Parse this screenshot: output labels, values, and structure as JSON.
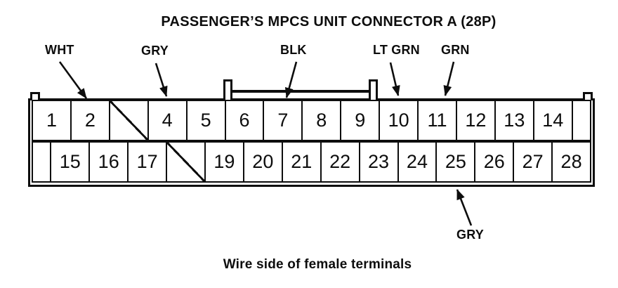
{
  "title": "PASSENGER’S MPCS UNIT CONNECTOR A (28P)",
  "caption": "Wire side of female terminals",
  "connector": {
    "name": "Passenger's MPCS unit connector A",
    "pin_count_label": "28P",
    "top_row": [
      "1",
      "2",
      "/",
      "4",
      "5",
      "6",
      "7",
      "8",
      "9",
      "10",
      "11",
      "12",
      "13",
      "14"
    ],
    "bottom_row": [
      "15",
      "16",
      "17",
      "/",
      "19",
      "20",
      "21",
      "22",
      "23",
      "24",
      "25",
      "26",
      "27",
      "28"
    ]
  },
  "wire_labels": [
    {
      "text": "WHT",
      "terminal": "2"
    },
    {
      "text": "GRY",
      "terminal": "4"
    },
    {
      "text": "BLK",
      "terminal": "7"
    },
    {
      "text": "LT GRN",
      "terminal": "10"
    },
    {
      "text": "GRN",
      "terminal": "11"
    },
    {
      "text": "GRY",
      "terminal": "25"
    }
  ],
  "colors": {
    "ink": "#0d0d0d",
    "paper": "#ffffff"
  }
}
